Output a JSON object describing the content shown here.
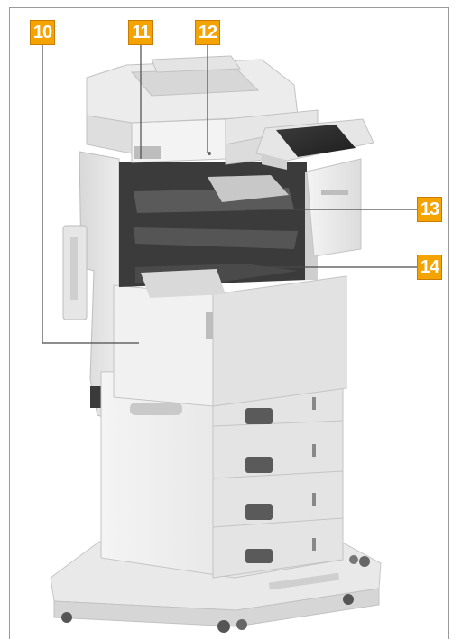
{
  "callouts": [
    {
      "label": "10"
    },
    {
      "label": "11"
    },
    {
      "label": "12"
    },
    {
      "label": "13"
    },
    {
      "label": "14"
    }
  ],
  "colors": {
    "badge": "#f5a300",
    "badge_text": "#ffffff",
    "leader_line": "#4a4a4a",
    "body": "#eeeeee",
    "body_shadow": "#d2d2d2",
    "interior": "#3a3a3a",
    "frame": "#9a9a9a"
  }
}
